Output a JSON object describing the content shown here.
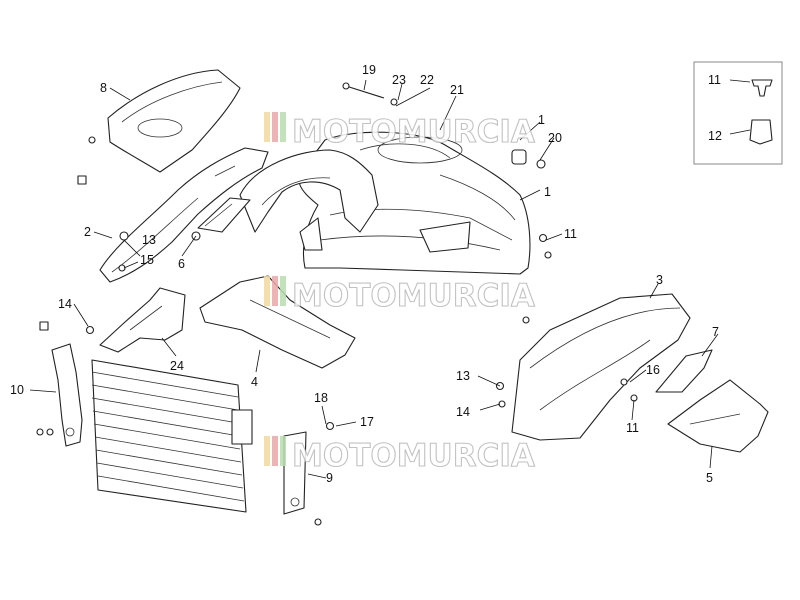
{
  "watermark": {
    "text": "MOTOMURCIA"
  },
  "inset": {
    "labels": [
      "11",
      "12"
    ]
  },
  "callouts": [
    "19",
    "23",
    "22",
    "21",
    "8",
    "1",
    "20",
    "1",
    "2",
    "13",
    "15",
    "6",
    "11",
    "3",
    "14",
    "24",
    "4",
    "7",
    "13",
    "16",
    "10",
    "14",
    "11",
    "18",
    "17",
    "9",
    "5"
  ]
}
